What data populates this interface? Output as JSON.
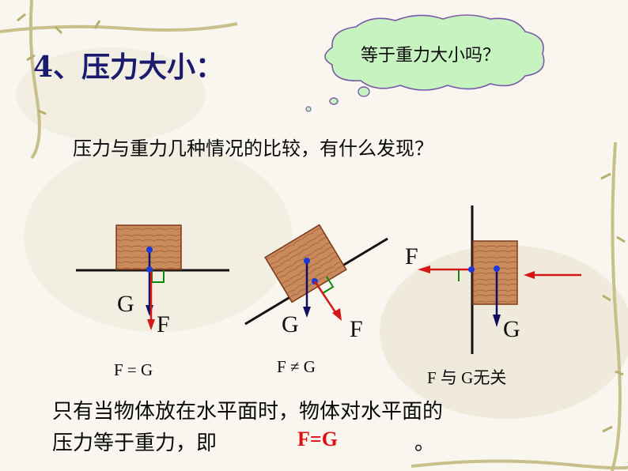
{
  "title": "4、压力大小：",
  "bubble": "等于重力大小吗？",
  "question": "压力与重力几种情况的比较，有什么发现？",
  "labels": {
    "g": "G",
    "f": "F"
  },
  "captions": [
    "F = G",
    "F ≠ G",
    "F 与 G无关"
  ],
  "conclusion": {
    "line1": "只有当物体放在水平面时，物体对水平面的",
    "line2": "压力等于重力，即",
    "answer": "F=G",
    "period": "。"
  },
  "colors": {
    "block": "#c8855a",
    "force_red": "#d41818",
    "gravity_blue": "#101060",
    "right_angle": "#0a8a0a",
    "bubble_fill": "#c7f3c0",
    "bubble_stroke": "#7a5aa8"
  }
}
